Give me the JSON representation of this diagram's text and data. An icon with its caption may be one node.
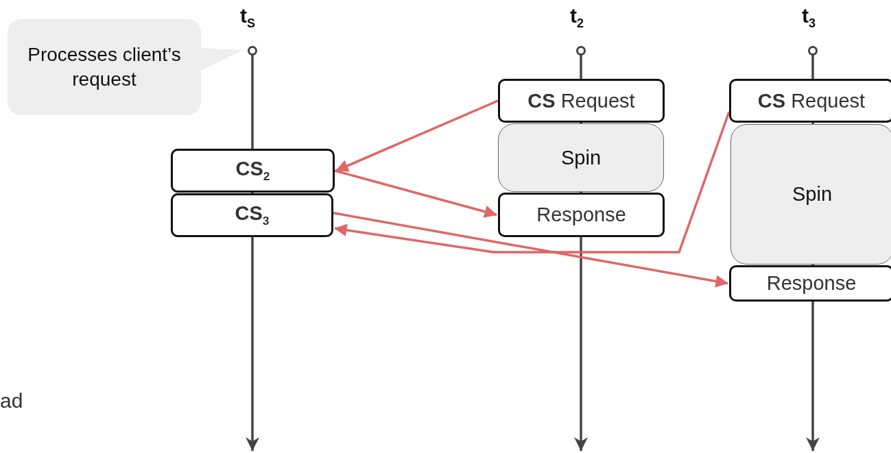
{
  "diagram": {
    "nodes": [
      {
        "text": [
          "Processes client’s request"
        ]
      },
      {
        "text": [
          "CS$_{2}$"
        ]
      },
      {
        "text": [
          "CS$_{3}$"
        ]
      },
      {
        "text": [
          "**CS** Request"
        ]
      },
      {
        "text": [
          "Spin"
        ]
      },
      {
        "text": [
          "Response"
        ]
      },
      {
        "text": [
          "**CS** Request"
        ]
      },
      {
        "text": [
          "Spin"
        ]
      },
      {
        "text": [
          "Response"
        ]
      }
    ],
    "edges": [
      {
        "from": 3,
        "to": 1,
        "arrow": "to"
      },
      {
        "from": 6,
        "to": 2,
        "arrow": "to"
      },
      {
        "from": 1,
        "to": 5,
        "arrow": "to"
      },
      {
        "from": 2,
        "to": 8,
        "arrow": "to"
      }
    ],
    "labels": [
      "t$_{S}$",
      "t$_{2}$",
      "t$_{3}$",
      "ad"
    ]
  }
}
